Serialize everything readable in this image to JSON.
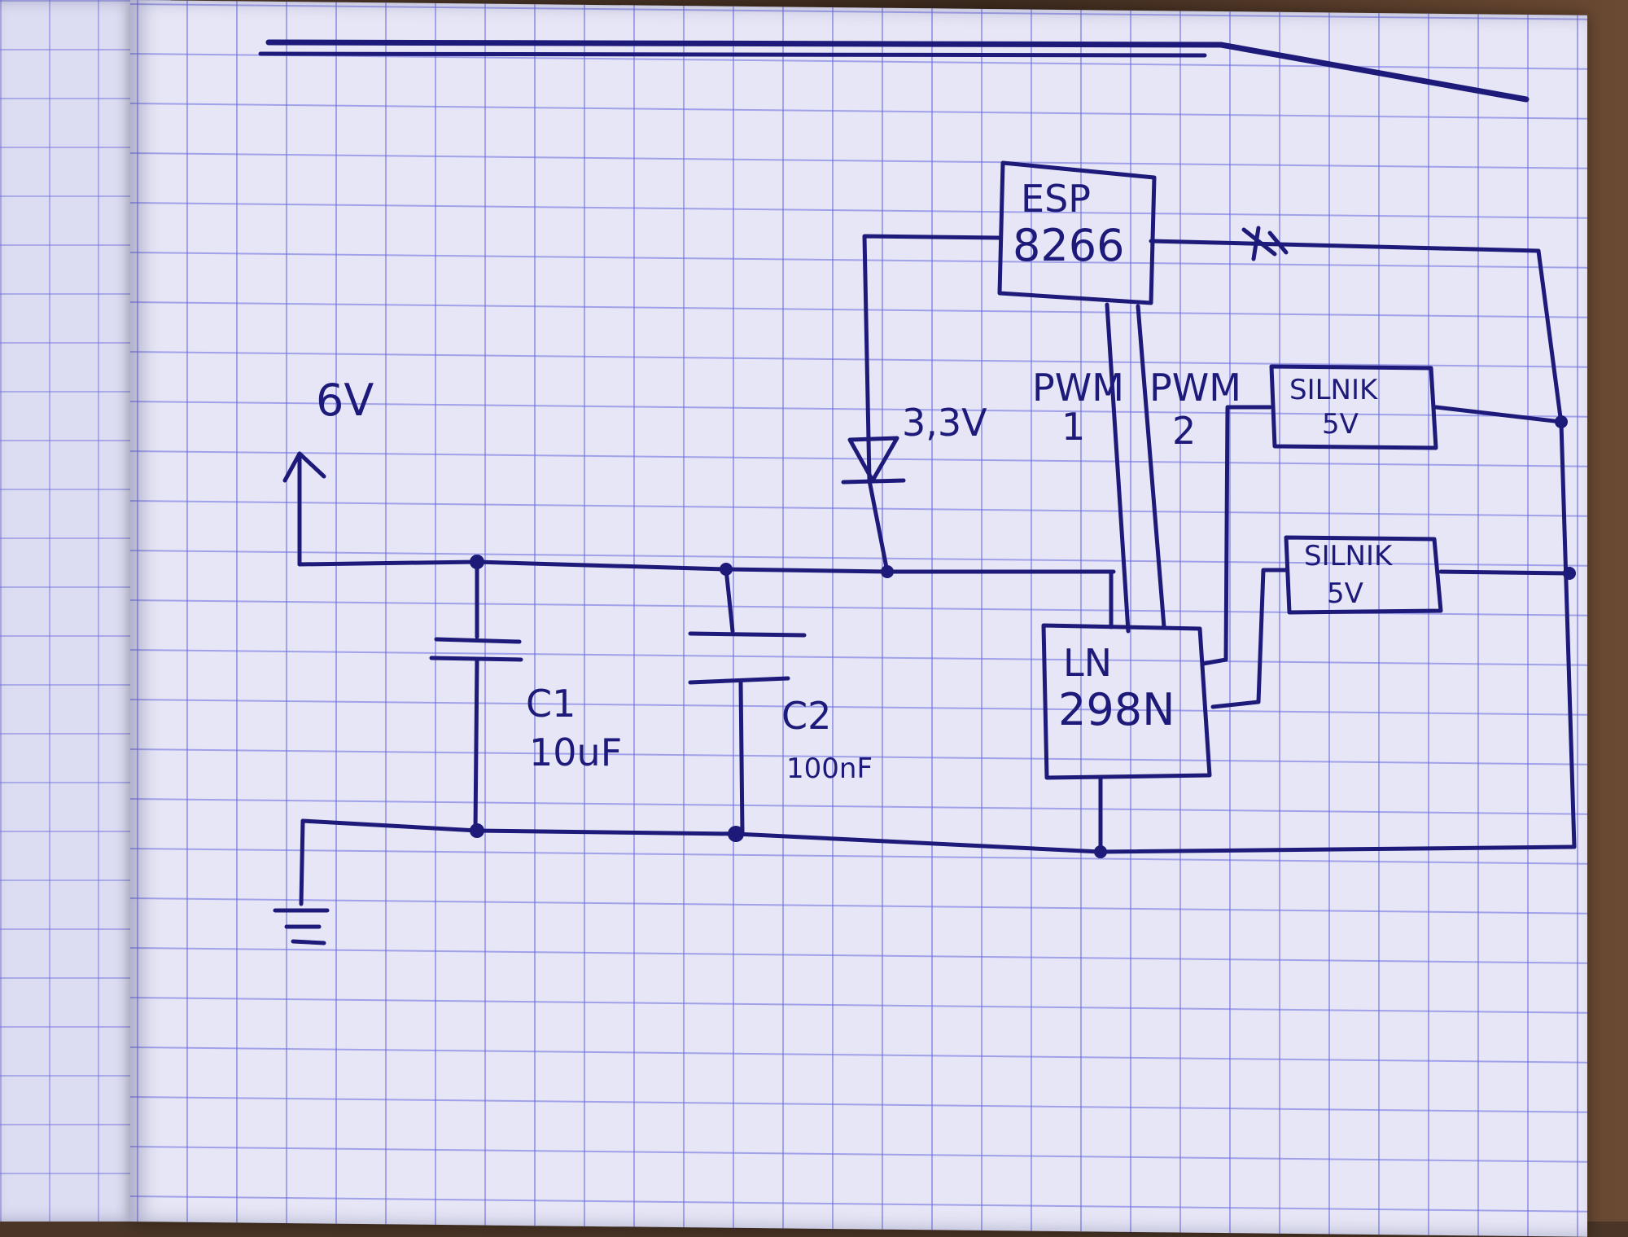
{
  "supply": {
    "label": "6V"
  },
  "diode": {
    "label": "3,3V"
  },
  "esp": {
    "line1": "ESP",
    "line2": "8266"
  },
  "pwm1": {
    "line1": "PWM",
    "line2": "1"
  },
  "pwm2": {
    "line1": "PWM",
    "line2": "2"
  },
  "driver": {
    "line1": "LN",
    "line2": "298N"
  },
  "motor1": {
    "line1": "SILNIK",
    "line2": "5V"
  },
  "motor2": {
    "line1": "SILNIK",
    "line2": "5V"
  },
  "cap1": {
    "name": "C1",
    "value": "10uF"
  },
  "cap2": {
    "name": "C2",
    "value": "100nF"
  }
}
